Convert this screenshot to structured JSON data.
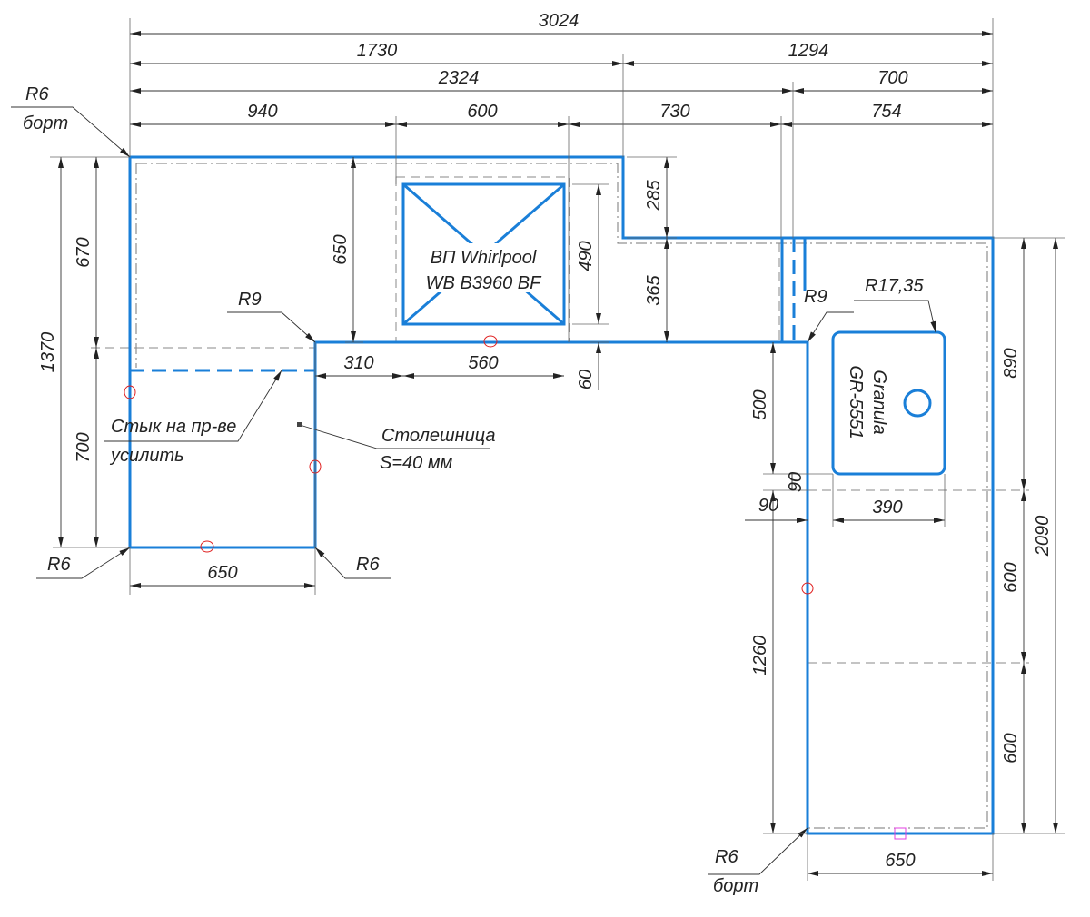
{
  "title": "Столешница",
  "colors": {
    "outline": "#1a7fd8",
    "markers": "#e02020"
  },
  "dimensions": {
    "overall_width": "3024",
    "left_part": "1730",
    "right_part": "1294",
    "to_right_wing": "2324",
    "right_wing_depth_top": "700",
    "to_hob": "940",
    "hob_cutout": "600",
    "hob_to_wing": "730",
    "right_wing_width": "754",
    "left_depth_total": "1370",
    "left_depth_top": "670",
    "left_depth_bottom": "700",
    "hob_offset_top": "650",
    "hob_height": "490",
    "hob_front": "60",
    "step_top": "285",
    "step_mid": "365",
    "hob_left_offset": "310",
    "hob_width": "560",
    "left_return_width": "650",
    "sink_offset": "500",
    "sink_gap": "90",
    "sink_width": "390",
    "wing_edge_offset": "90",
    "wing_lower": "1260",
    "wing_upper": "890",
    "wing_seg_1": "600",
    "wing_seg_2": "600",
    "wing_total": "2090",
    "wing_bottom_width": "650"
  },
  "radii": {
    "top_left": "R6",
    "top_left_note": "борт",
    "inner_left": "R9",
    "bottom_left": "R6",
    "bottom_right_left_part": "R6",
    "inner_right": "R9",
    "sink_corner": "R17,35",
    "bottom_wing": "R6",
    "bottom_wing_note": "борт"
  },
  "notes": {
    "hob_line1": "ВП Whirlpool",
    "hob_line2": "WB B3960 BF",
    "sink_line1": "Granula",
    "sink_line2": "GR-5551",
    "joint_line1": "Стык на пр-ве",
    "joint_line2": "усилить",
    "top_line1": "Столешница",
    "top_line2": "S=40 мм"
  }
}
